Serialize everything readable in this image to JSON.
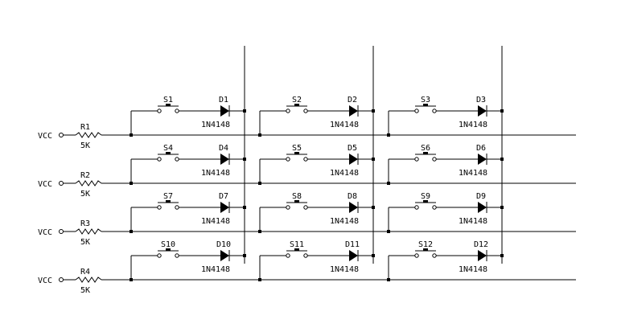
{
  "rows": [
    {
      "vcc_label": "VCC",
      "resistor_name": "R1",
      "resistor_value": "5K"
    },
    {
      "vcc_label": "VCC",
      "resistor_name": "R2",
      "resistor_value": "5K"
    },
    {
      "vcc_label": "VCC",
      "resistor_name": "R3",
      "resistor_value": "5K"
    },
    {
      "vcc_label": "VCC",
      "resistor_name": "R4",
      "resistor_value": "5K"
    }
  ],
  "cells": [
    [
      {
        "switch": "S1",
        "diode": "D1",
        "part": "1N4148"
      },
      {
        "switch": "S2",
        "diode": "D2",
        "part": "1N4148"
      },
      {
        "switch": "S3",
        "diode": "D3",
        "part": "1N4148"
      }
    ],
    [
      {
        "switch": "S4",
        "diode": "D4",
        "part": "1N4148"
      },
      {
        "switch": "S5",
        "diode": "D5",
        "part": "1N4148"
      },
      {
        "switch": "S6",
        "diode": "D6",
        "part": "1N4148"
      }
    ],
    [
      {
        "switch": "S7",
        "diode": "D7",
        "part": "1N4148"
      },
      {
        "switch": "S8",
        "diode": "D8",
        "part": "1N4148"
      },
      {
        "switch": "S9",
        "diode": "D9",
        "part": "1N4148"
      }
    ],
    [
      {
        "switch": "S10",
        "diode": "D10",
        "part": "1N4148"
      },
      {
        "switch": "S11",
        "diode": "D11",
        "part": "1N4148"
      },
      {
        "switch": "S12",
        "diode": "D12",
        "part": "1N4148"
      }
    ]
  ]
}
